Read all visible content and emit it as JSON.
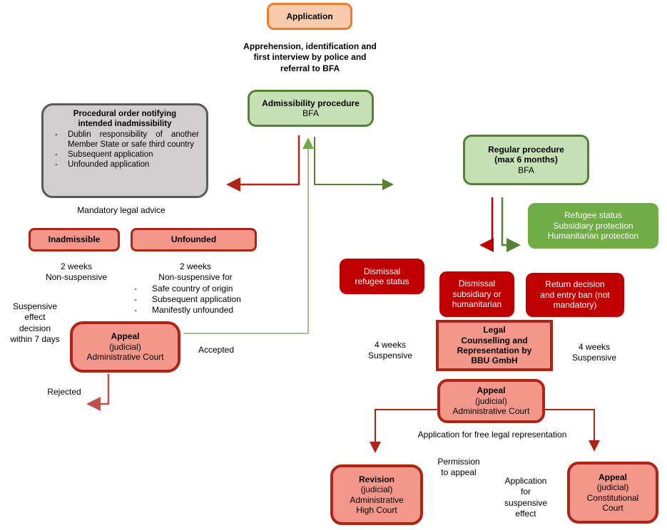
{
  "colors": {
    "orange_fill": "#F8CBAD",
    "orange_border": "#ED7D31",
    "light_green_fill": "#C5E0B4",
    "dark_green": "#548235",
    "solid_green": "#70AD47",
    "sage_line": "#A9BE8C",
    "gray_fill": "#D0CECE",
    "gray_border": "#595959",
    "salmon_fill": "#F4978B",
    "brick_red": "#B02418",
    "dark_red": "#C00000",
    "rose_red": "#C0504D"
  },
  "nodes": {
    "application": "Application",
    "apprehension": "Apprehension, identification and\nfirst interview by police and\nreferral to BFA",
    "admissibility": {
      "title": "Admissibility procedure",
      "sub": "BFA"
    },
    "procedural_order": {
      "title": "Procedural order notifying intended inadmissibility",
      "bullet": "-",
      "items": [
        "Dublin responsibility of another Member State or safe third country",
        "Subsequent application",
        "Unfounded application"
      ]
    },
    "mandatory_legal_advice": "Mandatory legal advice",
    "inadmissible": "Inadmissible",
    "unfounded": "Unfounded",
    "inadmissible_note": "2 weeks\nNon-suspensive",
    "unfounded_note": {
      "head": "2 weeks\nNon-suspensive for",
      "bullet": "-",
      "items": [
        "Safe country of origin",
        "Subsequent application",
        "Manifestly unfounded"
      ]
    },
    "suspensive_note": "Suspensive\neffect\ndecision\nwithin 7 days",
    "appeal_admin_left": {
      "title": "Appeal",
      "sub": "(judicial)\nAdministrative Court"
    },
    "accepted": "Accepted",
    "rejected": "Rejected",
    "regular": {
      "title": "Regular procedure\n(max 6 months)",
      "sub": "BFA"
    },
    "protection": "Refugee status\nSubsidiary protection\nHumanitarian protection",
    "dismiss_refugee": "Dismissal\nrefugee status",
    "dismiss_subsidiary": "Dismissal\nsubsidiary or\nhumanitarian",
    "return_decision": "Return decision\nand entry ban (not\nmandatory)",
    "legal_counselling": "Legal\nCounselling and\nRepresentation by\nBBU GmbH",
    "four_weeks_left": "4 weeks\nSuspensive",
    "four_weeks_right": "4 weeks\nSuspensive",
    "appeal_admin_right": {
      "title": "Appeal",
      "sub": "(judicial)\nAdministrative Court"
    },
    "free_legal": "Application for free legal representation",
    "revision": {
      "title": "Revision",
      "sub": "(judicial)\nAdministrative\nHigh Court"
    },
    "permission": "Permission\nto appeal",
    "suspensive_application": "Application\nfor\nsuspensive\neffect",
    "appeal_constitutional": {
      "title": "Appeal",
      "sub": "(judicial)\nConstitutional\nCourt"
    }
  }
}
